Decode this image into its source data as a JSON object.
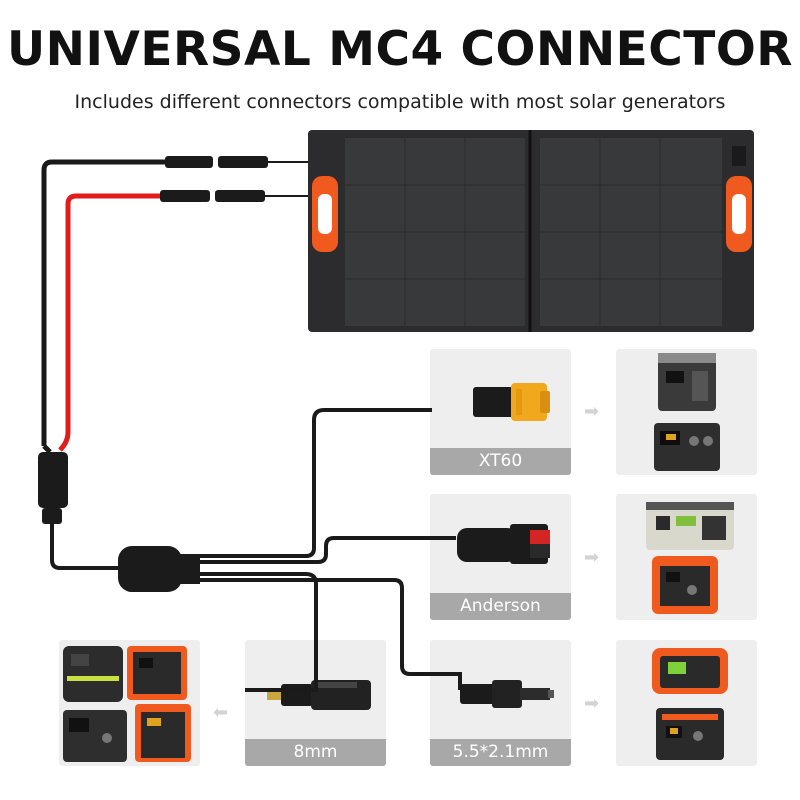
{
  "header": {
    "title": "UNIVERSAL MC4 CONNECTOR",
    "subtitle": "Includes different connectors compatible with most solar generators"
  },
  "connectors": {
    "xt60": {
      "label": "XT60"
    },
    "anderson": {
      "label": "Anderson"
    },
    "dc_8mm": {
      "label": "8mm"
    },
    "dc_5521": {
      "label": "5.5*2.1mm"
    }
  },
  "icons": {
    "arrow_right": "arrow-right-icon",
    "arrow_left": "arrow-left-icon"
  },
  "colors": {
    "panel": "#2c2c2e",
    "handle": "#f05a1e",
    "cable_red": "#e21b1b",
    "cable_black": "#1a1a1a",
    "card_bg": "#eeeeee",
    "label_bg": "#a8a8a8",
    "xt60_yellow": "#f2a81d"
  }
}
